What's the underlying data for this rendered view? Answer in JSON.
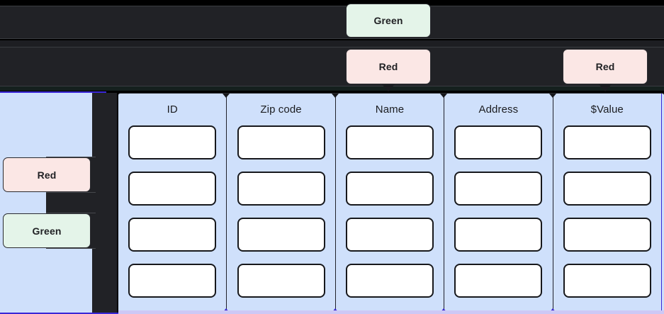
{
  "toolbar": {
    "rows": [
      {
        "name": "toolbar-row-1",
        "chips": [
          {
            "label": "Green",
            "color": "green"
          }
        ]
      },
      {
        "name": "toolbar-row-2",
        "chips": [
          {
            "label": "Red",
            "color": "red"
          },
          {
            "label": "Red",
            "color": "red"
          }
        ]
      }
    ],
    "chip_green_label": "Green",
    "chip_red_label": "Red",
    "chip_red_label_2": "Red"
  },
  "sidebar": {
    "chips": [
      {
        "label": "Red",
        "color": "red"
      },
      {
        "label": "Green",
        "color": "green"
      }
    ],
    "chip_red_label": "Red",
    "chip_green_label": "Green"
  },
  "table": {
    "columns": [
      {
        "header": "ID"
      },
      {
        "header": "Zip code"
      },
      {
        "header": "Name"
      },
      {
        "header": "Address"
      },
      {
        "header": "$Value"
      }
    ],
    "rows": [
      {
        "ID": "",
        "Zip code": "",
        "Name": "",
        "Address": "",
        "$Value": ""
      },
      {
        "ID": "",
        "Zip code": "",
        "Name": "",
        "Address": "",
        "$Value": ""
      },
      {
        "ID": "",
        "Zip code": "",
        "Name": "",
        "Address": "",
        "$Value": ""
      },
      {
        "ID": "",
        "Zip code": "",
        "Name": "",
        "Address": "",
        "$Value": ""
      }
    ],
    "row_count": 4,
    "column_count": 5,
    "header_ID": "ID",
    "header_zip": "Zip code",
    "header_name": "Name",
    "header_address": "Address",
    "header_value": "$Value"
  },
  "colors": {
    "panel_blue": "#cfe0fb",
    "chip_green": "#e4f4e9",
    "chip_red": "#fbe7e5",
    "dark_bar": "#212226",
    "accent_violet": "#3a27d6",
    "cell_border": "#17181c",
    "bottom_band": "#cdc8f5"
  }
}
